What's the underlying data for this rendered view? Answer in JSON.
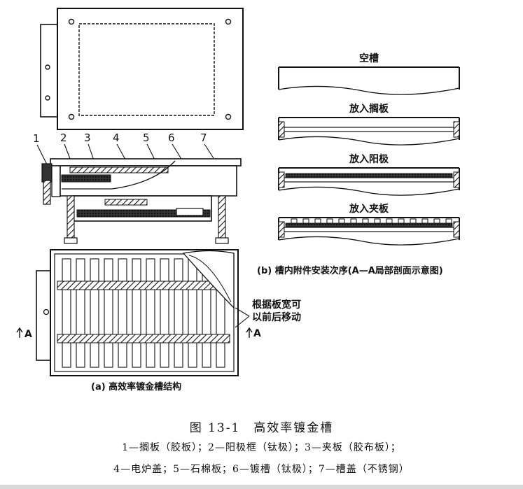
{
  "labels": {
    "part_numbers": [
      "1",
      "2",
      "3",
      "4",
      "5",
      "6",
      "7"
    ],
    "part_a_caption": "(a) 高效率镀金槽结构",
    "part_b_caption": "(b) 槽内附件安装次序(A—A局部剖面示意图)",
    "annotation_line1": "根据板宽可",
    "annotation_line2": "以前后移动",
    "section_mark": "A"
  },
  "steps": [
    {
      "label": "空槽"
    },
    {
      "label": "放入搁板"
    },
    {
      "label": "放入阳极"
    },
    {
      "label": "放入夹板"
    }
  ],
  "figure": {
    "title": "图 13-1　高效率镀金槽",
    "legend_line1": "1—搁板（胶板）；2—阳极框（钛极）；3—夹板（胶布板）；",
    "legend_line2": "4—电炉盖；5—石棉板；6—镀槽（钛极）；7—槽盖（不锈钢）"
  }
}
